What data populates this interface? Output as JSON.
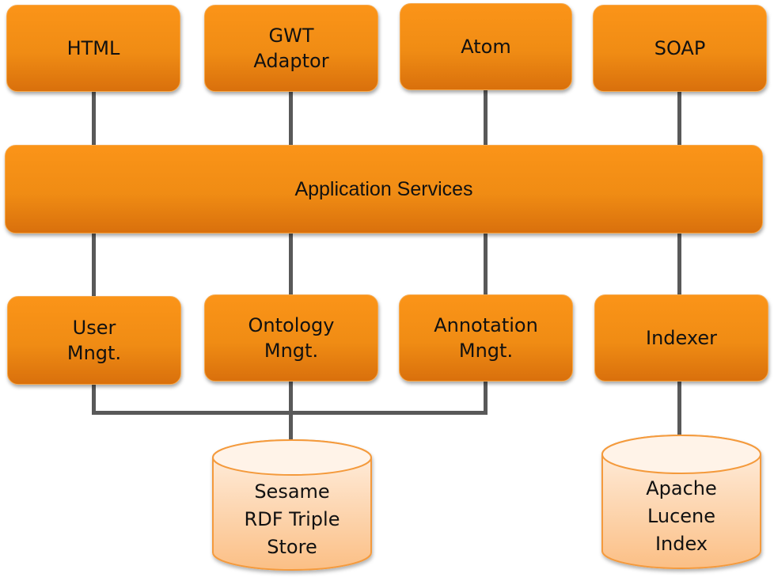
{
  "diagram": {
    "type": "architecture",
    "colors": {
      "box_fill_top": "#fb9418",
      "box_fill_bottom": "#d9700c",
      "cylinder_fill_top": "#fff1e4",
      "cylinder_fill_bottom": "#fbbf85",
      "outline": "#f49a3c",
      "connector": "#595959"
    },
    "frontends": [
      {
        "id": "html",
        "label": "HTML"
      },
      {
        "id": "gwt-adaptor",
        "label": "GWT\nAdaptor"
      },
      {
        "id": "atom",
        "label": "Atom"
      },
      {
        "id": "soap",
        "label": "SOAP"
      }
    ],
    "services_layer": {
      "id": "application-services",
      "label": "Application Services"
    },
    "components": [
      {
        "id": "user-mngt",
        "label": "User\nMngt."
      },
      {
        "id": "ontology-mngt",
        "label": "Ontology\nMngt."
      },
      {
        "id": "annotation-mngt",
        "label": "Annotation\nMngt."
      },
      {
        "id": "indexer",
        "label": "Indexer"
      }
    ],
    "stores": [
      {
        "id": "sesame-store",
        "label": "Sesame\nRDF Triple\n Store"
      },
      {
        "id": "lucene-index",
        "label": "Apache\nLucene\nIndex"
      }
    ],
    "connections": [
      [
        "html",
        "application-services"
      ],
      [
        "gwt-adaptor",
        "application-services"
      ],
      [
        "atom",
        "application-services"
      ],
      [
        "soap",
        "application-services"
      ],
      [
        "application-services",
        "user-mngt"
      ],
      [
        "application-services",
        "ontology-mngt"
      ],
      [
        "application-services",
        "annotation-mngt"
      ],
      [
        "application-services",
        "indexer"
      ],
      [
        "user-mngt",
        "sesame-store"
      ],
      [
        "ontology-mngt",
        "sesame-store"
      ],
      [
        "annotation-mngt",
        "sesame-store"
      ],
      [
        "indexer",
        "lucene-index"
      ]
    ]
  }
}
